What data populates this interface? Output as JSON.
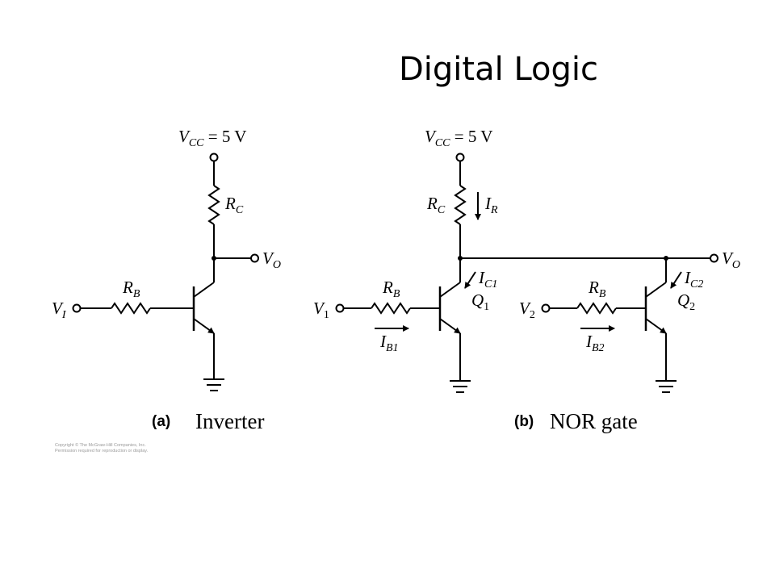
{
  "slide": {
    "title": "Digital Logic",
    "copyright_line1": "Copyright © The McGraw-Hill Companies, Inc.",
    "copyright_line2": "Permission required for reproduction or display."
  },
  "figure_a": {
    "caption_tag": "(a)",
    "caption_text": "Inverter",
    "supply": {
      "sym": "V",
      "sub": "CC",
      "value": " = 5 V"
    },
    "rc": {
      "sym": "R",
      "sub": "C"
    },
    "rb": {
      "sym": "R",
      "sub": "B"
    },
    "vi": {
      "sym": "V",
      "sub": "I"
    },
    "vo": {
      "sym": "V",
      "sub": "O"
    }
  },
  "figure_b": {
    "caption_tag": "(b)",
    "caption_text": "NOR gate",
    "supply": {
      "sym": "V",
      "sub": "CC",
      "value": " = 5 V"
    },
    "rc": {
      "sym": "R",
      "sub": "C"
    },
    "ir": {
      "sym": "I",
      "sub": "R"
    },
    "vo": {
      "sym": "V",
      "sub": "O"
    },
    "ic1": {
      "sym": "I",
      "sub": "C1"
    },
    "ic2": {
      "sym": "I",
      "sub": "C2"
    },
    "q1": {
      "sym": "Q",
      "sub": "1"
    },
    "q2": {
      "sym": "Q",
      "sub": "2"
    },
    "rb1": {
      "sym": "R",
      "sub": "B"
    },
    "rb2": {
      "sym": "R",
      "sub": "B"
    },
    "v1": {
      "sym": "V",
      "sub": "1"
    },
    "v2": {
      "sym": "V",
      "sub": "2"
    },
    "ib1": {
      "sym": "I",
      "sub": "B1"
    },
    "ib2": {
      "sym": "I",
      "sub": "B2"
    }
  }
}
